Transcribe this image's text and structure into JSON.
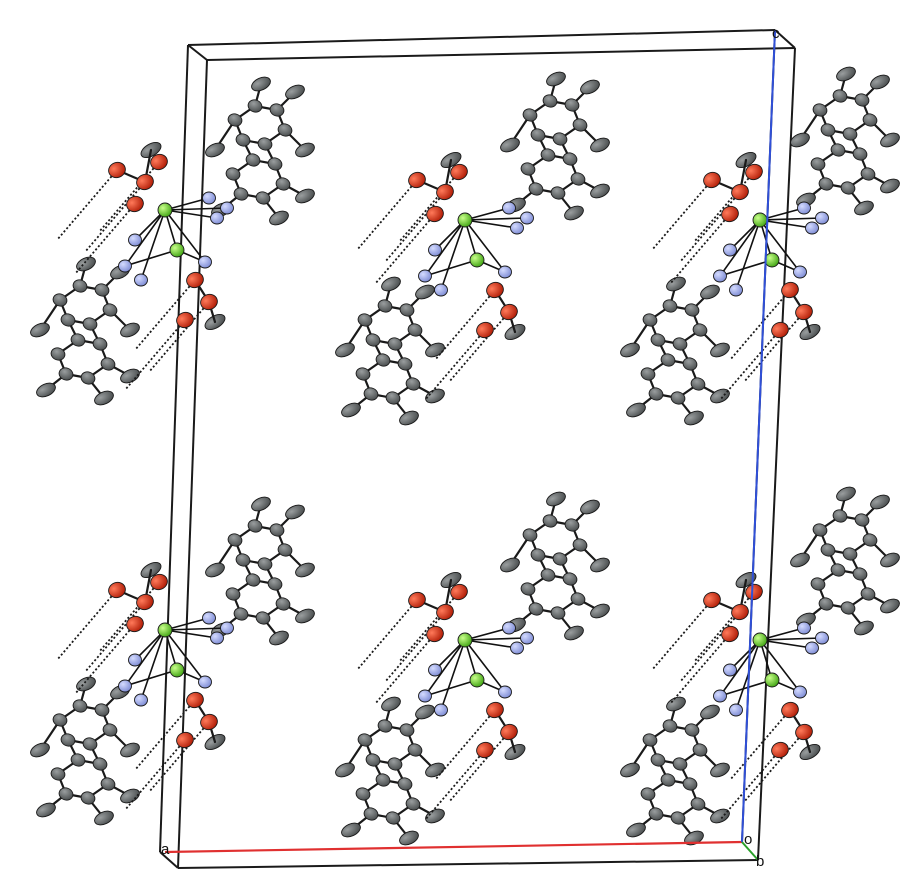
{
  "figure": {
    "type": "crystal-packing-diagram",
    "axis_labels": {
      "a": "a",
      "b": "b",
      "c": "c",
      "origin": "o"
    },
    "axis_colors": {
      "a": "#e03030",
      "b": "#2aa02a",
      "c": "#3050d8"
    },
    "atom_colors": {
      "C": "#5f6364",
      "N": "#9aa6e6",
      "O": "#d42a10",
      "metal": "#6dd22a"
    },
    "cell_edge_color": "#1a1a1a"
  }
}
